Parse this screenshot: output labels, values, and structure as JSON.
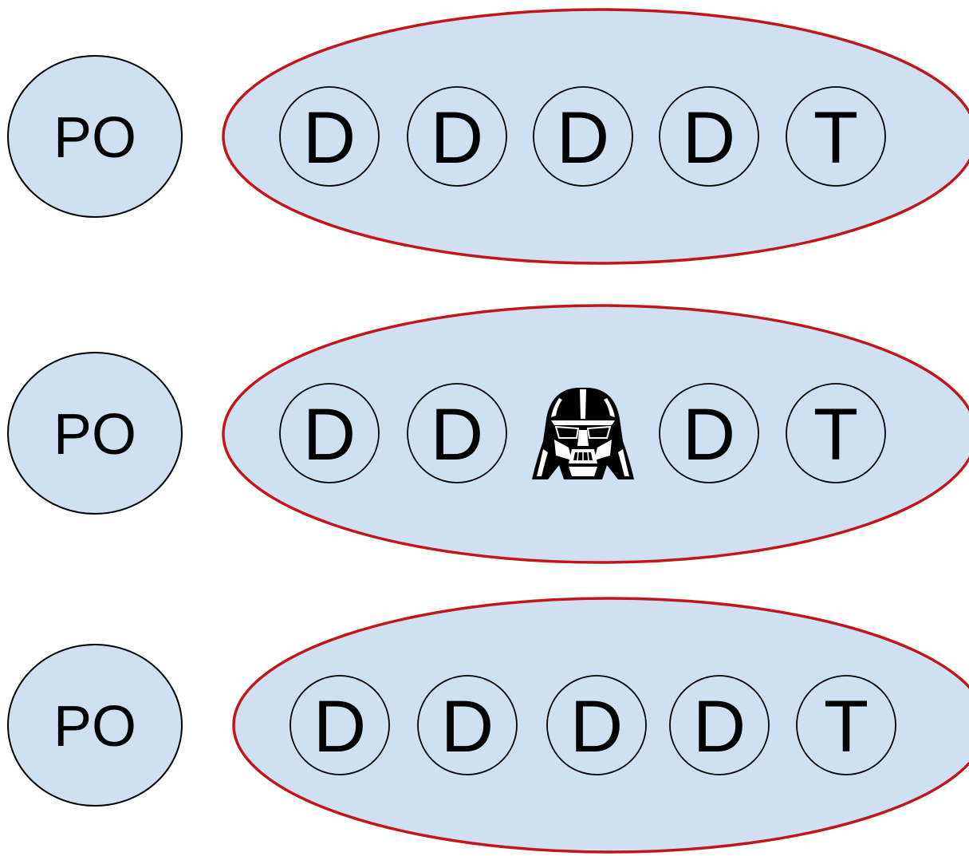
{
  "rows": [
    {
      "po_label": "PO",
      "members": [
        {
          "type": "letter",
          "label": "D"
        },
        {
          "type": "letter",
          "label": "D"
        },
        {
          "type": "letter",
          "label": "D"
        },
        {
          "type": "letter",
          "label": "D"
        },
        {
          "type": "letter",
          "label": "T"
        }
      ]
    },
    {
      "po_label": "PO",
      "members": [
        {
          "type": "letter",
          "label": "D"
        },
        {
          "type": "letter",
          "label": "D"
        },
        {
          "type": "icon",
          "icon": "darth-vader-helmet-icon"
        },
        {
          "type": "letter",
          "label": "D"
        },
        {
          "type": "letter",
          "label": "T"
        }
      ]
    },
    {
      "po_label": "PO",
      "members": [
        {
          "type": "letter",
          "label": "D"
        },
        {
          "type": "letter",
          "label": "D"
        },
        {
          "type": "letter",
          "label": "D"
        },
        {
          "type": "letter",
          "label": "D"
        },
        {
          "type": "letter",
          "label": "T"
        }
      ]
    }
  ],
  "colors": {
    "fill": "#cfe0f2",
    "team_outline": "#c0161c",
    "outline": "#000000"
  }
}
